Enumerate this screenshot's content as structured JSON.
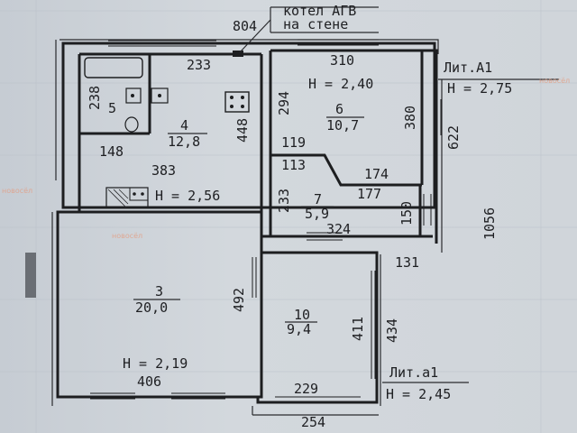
{
  "note": {
    "line1": "котел АГВ",
    "line2": "на стене",
    "code": "804"
  },
  "liters": [
    {
      "id": "lit-a1",
      "name": "Лит.А1",
      "height": "H = 2,75"
    },
    {
      "id": "lit-a1-small",
      "name": "Лит.а1",
      "height": "H = 2,45"
    }
  ],
  "rooms": [
    {
      "id": "room-3",
      "num": "3",
      "area": "20,0"
    },
    {
      "id": "room-4",
      "num": "4",
      "area": "12,8"
    },
    {
      "id": "room-5",
      "num": "5"
    },
    {
      "id": "room-6",
      "num": "6",
      "area": "10,7"
    },
    {
      "id": "room-7",
      "num": "7",
      "area": "5,9"
    },
    {
      "id": "room-10",
      "num": "10",
      "area": "9,4"
    }
  ],
  "heights": {
    "room6": "H = 2,40",
    "room4": "H = 2,56",
    "room3": "H = 2,19"
  },
  "dims": {
    "d233a": "233",
    "d310": "310",
    "d238": "238",
    "d448": "448",
    "d294": "294",
    "d380": "380",
    "d148": "148",
    "d119": "119",
    "d113": "113",
    "d174": "174",
    "d383": "383",
    "d622": "622",
    "d233b": "233",
    "d177": "177",
    "d150": "150",
    "d324": "324",
    "d1056": "1056",
    "d131": "131",
    "d492": "492",
    "d411": "411",
    "d434": "434",
    "d406": "406",
    "d229": "229",
    "d254": "254"
  },
  "watermark": "новосёл"
}
